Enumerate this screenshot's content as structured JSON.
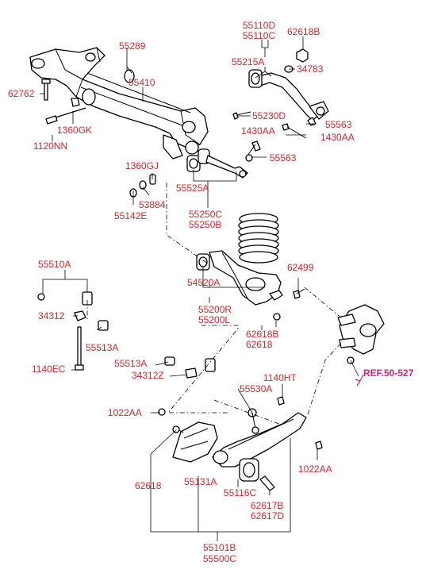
{
  "labels": {
    "p55110d": "55110D",
    "p55110c": "55110C",
    "p62618b_top": "62618B",
    "p55289": "55289",
    "p55215a": "55215A",
    "p34783": "34783",
    "p55410": "55410",
    "p62762": "62762",
    "p55230d": "55230D",
    "p1360gk": "1360GK",
    "p55563_top": "55563",
    "p1430aa_top": "1430AA",
    "p1430aa_right": "1430AA",
    "p1120nn": "1120NN",
    "p55563_mid": "55563",
    "p1360gj": "1360GJ",
    "p55525a": "55525A",
    "p53884": "53884",
    "p55142e": "55142E",
    "p55250c": "55250C",
    "p55250b": "55250B",
    "p55510a": "55510A",
    "p62499": "62499",
    "p54520a": "54520A",
    "p55200r": "55200R",
    "p55200l": "55200L",
    "p34312_a": "34312",
    "p55513a_a": "55513A",
    "p62618b_mid": "62618B",
    "p62618_mid": "62618",
    "p55513a_b": "55513A",
    "p34312z": "34312Z",
    "p1140ec": "1140EC",
    "p1140ht": "1140HT",
    "p55530a": "55530A",
    "p1022aa_left": "1022AA",
    "p1022aa_right": "1022AA",
    "p62618_low": "62618",
    "p55131a": "55131A",
    "p55116c": "55116C",
    "p62617b": "62617B",
    "p62617d": "62617D",
    "p55101b": "55101B",
    "p55500c": "55500C"
  },
  "reference": "REF.50-527"
}
